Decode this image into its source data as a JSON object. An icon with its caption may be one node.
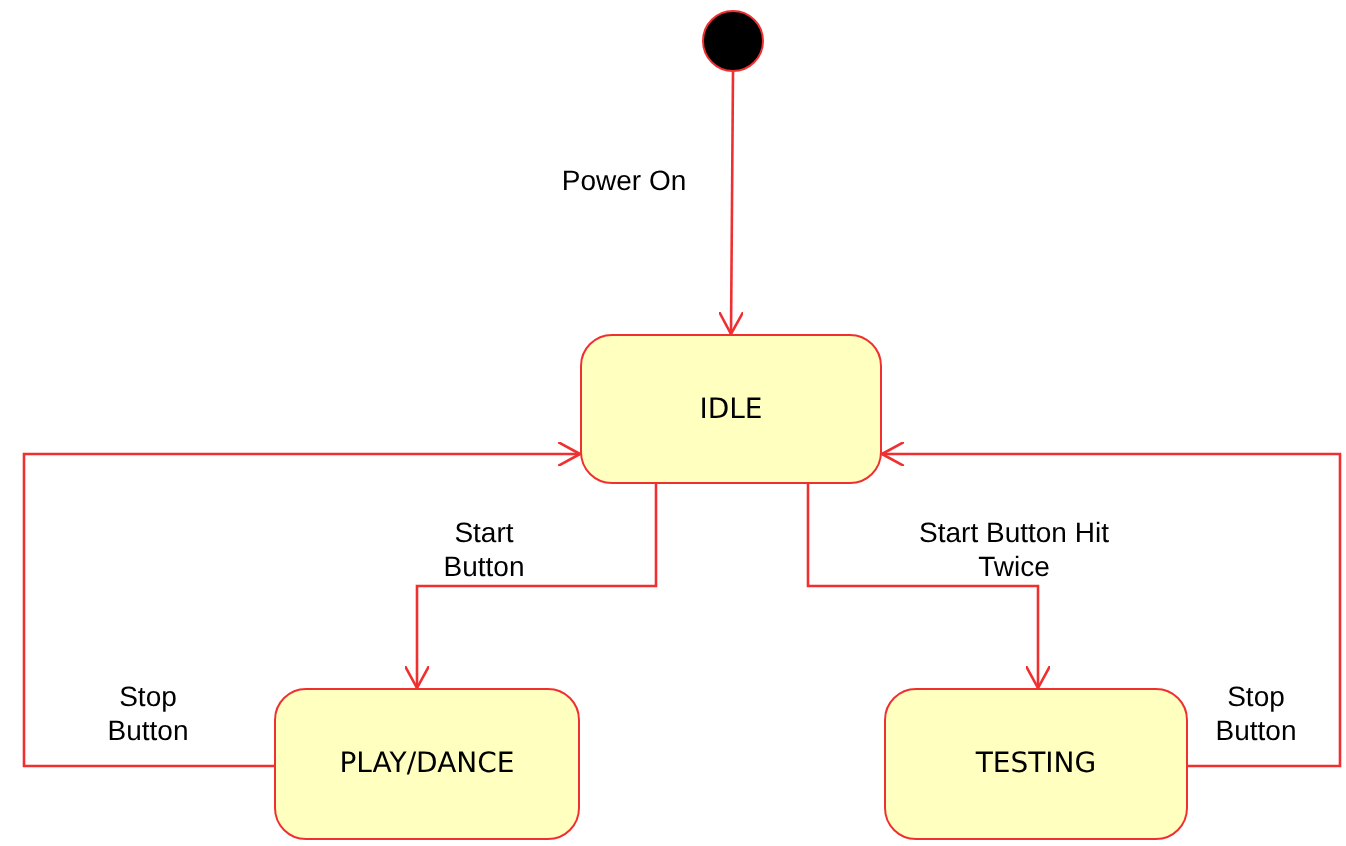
{
  "diagram": {
    "nodes": [
      {
        "text": [],
        "shape": "circle"
      },
      {
        "text": [
          "IDLE"
        ]
      },
      {
        "text": [
          "PLAY/DANCE"
        ]
      },
      {
        "text": [
          "TESTING"
        ]
      }
    ],
    "edges": [
      {
        "from": 0,
        "to": 1,
        "arrow": "to",
        "label": "Power On"
      },
      {
        "from": 1,
        "to": 2,
        "arrow": "to",
        "label": "Start Button"
      },
      {
        "from": 1,
        "to": 3,
        "arrow": "to",
        "label": "Start Button Hit Twice"
      },
      {
        "from": 2,
        "to": 1,
        "arrow": "to",
        "label": "Stop Button"
      },
      {
        "from": 3,
        "to": 1,
        "arrow": "to",
        "label": "Stop Button"
      }
    ]
  }
}
